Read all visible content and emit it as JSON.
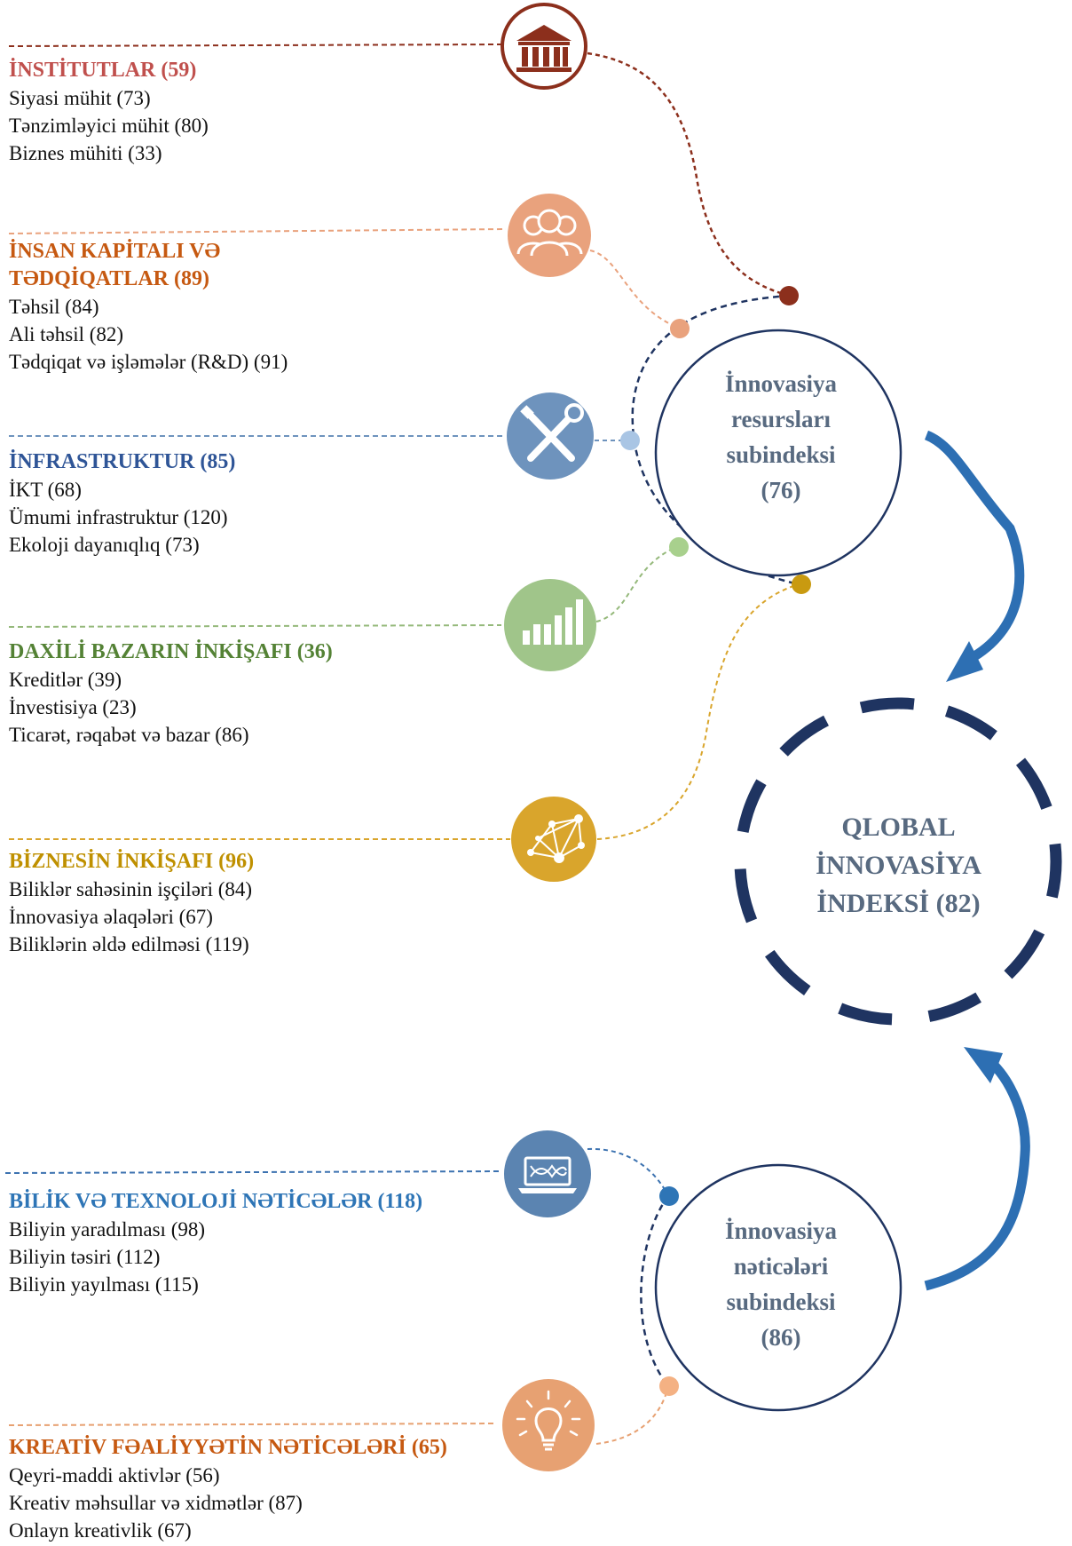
{
  "colors": {
    "institutions": "#8c2f1c",
    "human_capital": "#e9a27d",
    "infrastructure": "#6e93bd",
    "market": "#95b97b",
    "business": "#d9a52c",
    "knowledge": "#3c72b0",
    "creative": "#e7a172",
    "navy": "#1f3461",
    "arrow": "#2d6fb3",
    "hub_text": "#586a80"
  },
  "hubs": {
    "resources": {
      "line1": "İnnovasiya",
      "line2": "resursları",
      "line3": "subindeksi",
      "value": "(76)"
    },
    "outputs": {
      "line1": "İnnovasiya",
      "line2": "nəticələri",
      "line3": "subindeksi",
      "value": "(86)"
    },
    "gii": {
      "line1": "QLOBAL",
      "line2": "İNNOVASİYA",
      "line3": "İNDEKSİ (82)"
    }
  },
  "pillars": [
    {
      "id": "institutions",
      "icon": "bank-icon",
      "title": "İNSTİTUTLAR (59)",
      "items": [
        "Siyasi mühit (73)",
        "Tənzimləyici mühit (80)",
        "Biznes mühiti (33)"
      ]
    },
    {
      "id": "human-capital",
      "icon": "people-icon",
      "title": "İNSAN KAPİTALI VƏ TƏDQİQATLAR (89)",
      "items": [
        "Təhsil (84)",
        "Ali təhsil (82)",
        "Tədqiqat və işləmələr (R&D) (91)"
      ]
    },
    {
      "id": "infrastructure",
      "icon": "wrench-screwdriver-icon",
      "title": "İNFRASTRUKTUR (85)",
      "items": [
        "İKT (68)",
        "Ümumi infrastruktur (120)",
        "Ekoloji dayanıqlıq (73)"
      ]
    },
    {
      "id": "market",
      "icon": "bar-chart-icon",
      "title": "DAXİLİ BAZARIN İNKİŞAFI (36)",
      "items": [
        "Kreditlər (39)",
        "İnvestisiya (23)",
        "Ticarət, rəqabət və bazar (86)"
      ]
    },
    {
      "id": "business",
      "icon": "network-icon",
      "title": "BİZNESİN İNKİŞAFI (96)",
      "items": [
        "Biliklər sahəsinin işçiləri (84)",
        "İnnovasiya əlaqələri (67)",
        "Biliklərin əldə edilməsi (119)"
      ]
    },
    {
      "id": "knowledge",
      "icon": "laptop-dna-icon",
      "title": "BİLİK VƏ TEXNOLOJİ NƏTİCƏLƏR (118)",
      "items": [
        "Biliyin yaradılması (98)",
        "Biliyin təsiri (112)",
        "Biliyin yayılması (115)"
      ]
    },
    {
      "id": "creative",
      "icon": "lightbulb-icon",
      "title": "KREATİV FƏALİYYƏTİN NƏTİCƏLƏRİ (65)",
      "items": [
        "Qeyri-maddi aktivlər (56)",
        "Kreativ məhsullar və xidmətlər (87)",
        "Onlayn kreativlik (67)"
      ]
    }
  ]
}
